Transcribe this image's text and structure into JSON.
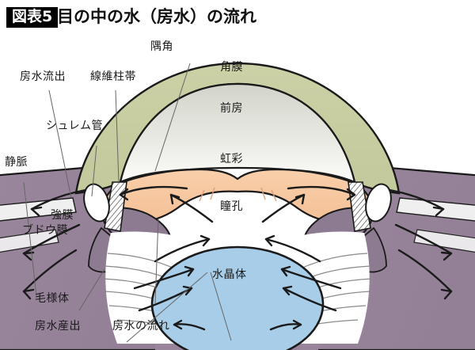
{
  "header": {
    "badge": "図表5",
    "title": "目の中の水（房水）の流れ"
  },
  "diagram": {
    "name": "aqueous-humor-flow-eye-cross-section",
    "labels": {
      "aqueous_outflow": "房水流出",
      "trabecular_meshwork": "線維柱帯",
      "schlemm_canal": "シュレム管",
      "vein": "静脈",
      "sclera": "強膜",
      "uvea": "ブドウ膜",
      "ciliary_body": "毛様体",
      "aqueous_production": "房水産出",
      "aqueous_flow": "房水の流れ",
      "angle": "隅角",
      "cornea": "角膜",
      "anterior_chamber": "前房",
      "iris": "虹彩",
      "pupil": "瞳孔",
      "lens": "水晶体"
    }
  },
  "colors": {
    "cornea": "#c8cda2",
    "cornea_edge": "#b9bf8d",
    "anterior_chamber_top": "#d3d5cc",
    "anterior_chamber_bottom": "#fbfbf8",
    "iris": "#f7c9a3",
    "iris_shadow": "#eeb68c",
    "lens": "#a8cde8",
    "sclera_uvea": "#99859b",
    "uvea_dark": "#8c7a90",
    "ciliary_body": "#8d7b91",
    "white_tissue": "#ffffff",
    "outline": "#1a1a1a",
    "badge_bg": "#000000",
    "badge_fg": "#ffffff",
    "leader_line": "#555555",
    "page_bg": "#ffffff"
  }
}
